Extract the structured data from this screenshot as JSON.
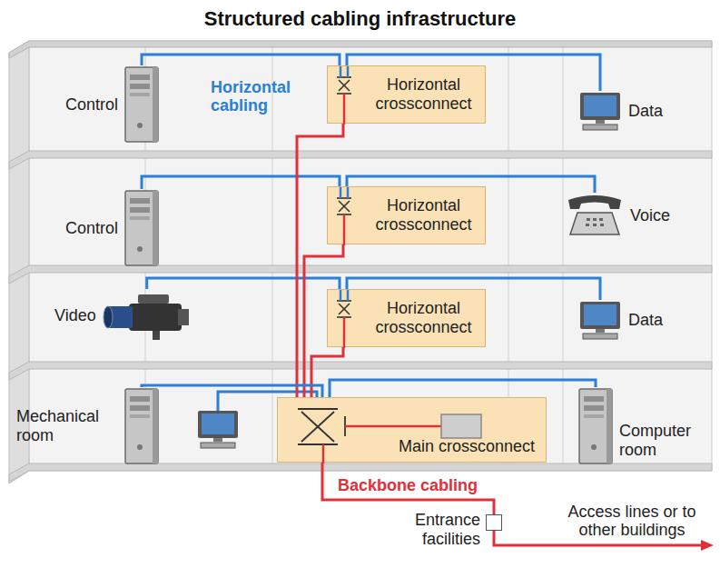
{
  "diagram": {
    "title": "Structured cabling infrastructure",
    "nodes": [
      {
        "text": [
          "Control"
        ]
      },
      {
        "text": [
          "Horizontal crossconnect"
        ]
      },
      {
        "text": [
          "Data"
        ]
      },
      {
        "text": [
          "Control"
        ]
      },
      {
        "text": [
          "Horizontal crossconnect"
        ]
      },
      {
        "text": [
          "Voice"
        ]
      },
      {
        "text": [
          "Video"
        ]
      },
      {
        "text": [
          "Horizontal crossconnect"
        ]
      },
      {
        "text": [
          "Data"
        ]
      },
      {
        "text": [
          "Mechanical room"
        ]
      },
      {
        "text": [
          "Main crossconnect"
        ]
      },
      {
        "text": [
          "Computer room"
        ]
      },
      {
        "text": [
          "Entrance facilities"
        ]
      }
    ],
    "edges": [
      {
        "from": 0,
        "to": 1,
        "arrow": "none"
      },
      {
        "from": 1,
        "to": 2,
        "arrow": "none"
      },
      {
        "from": 3,
        "to": 4,
        "arrow": "none"
      },
      {
        "from": 4,
        "to": 5,
        "arrow": "none"
      },
      {
        "from": 6,
        "to": 7,
        "arrow": "none"
      },
      {
        "from": 7,
        "to": 8,
        "arrow": "none"
      },
      {
        "from": 1,
        "to": 10,
        "arrow": "none"
      },
      {
        "from": 4,
        "to": 10,
        "arrow": "none"
      },
      {
        "from": 7,
        "to": 10,
        "arrow": "none"
      },
      {
        "from": 9,
        "to": 10,
        "arrow": "none"
      },
      {
        "from": 10,
        "to": 11,
        "arrow": "none"
      },
      {
        "from": 10,
        "to": 12,
        "arrow": "none"
      }
    ],
    "labels": [
      "Horizontal cabling",
      "Backbone cabling",
      "Access lines or to other buildings"
    ]
  }
}
